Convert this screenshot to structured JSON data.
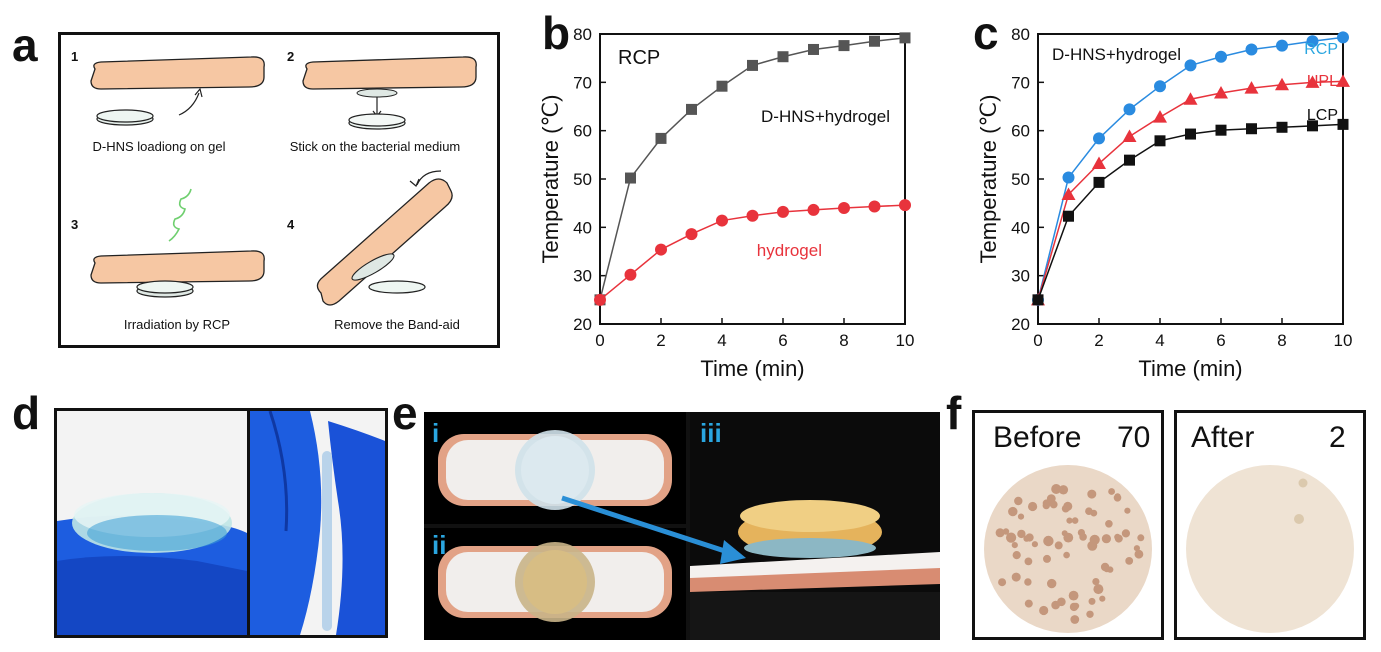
{
  "panels": {
    "a": {
      "letter": "a",
      "steps": [
        {
          "num": "1",
          "caption": "D-HNS loadiong on gel"
        },
        {
          "num": "2",
          "caption": "Stick on the bacterial medium"
        },
        {
          "num": "3",
          "caption": "Irradiation by RCP"
        },
        {
          "num": "4",
          "caption": "Remove the Band-aid"
        }
      ]
    },
    "b": {
      "letter": "b"
    },
    "c": {
      "letter": "c"
    },
    "d": {
      "letter": "d"
    },
    "e": {
      "letter": "e",
      "subpanels": [
        "i",
        "ii",
        "iii"
      ]
    },
    "f": {
      "letter": "f",
      "before_label": "Before",
      "before_count": "70",
      "after_label": "After",
      "after_count": "2"
    }
  },
  "colors": {
    "gray_series": "#555555",
    "red_series": "#e8333c",
    "blue_series": "#2a8be0",
    "black_series": "#111111",
    "rcp_label": "#2aa6e0",
    "band_aid": "#f6c7a3",
    "hydrogel_blue": "#3c6fe0"
  },
  "chart_data": [
    {
      "type": "line",
      "panel": "b",
      "annotation": "RCP",
      "xlabel": "Time (min)",
      "ylabel": "Temperature (℃)",
      "xlim": [
        0,
        10
      ],
      "ylim": [
        20,
        80
      ],
      "xticks": [
        0,
        2,
        4,
        6,
        8,
        10
      ],
      "yticks": [
        20,
        30,
        40,
        50,
        60,
        70,
        80
      ],
      "grid": false,
      "x": [
        0,
        1,
        2,
        3,
        4,
        5,
        6,
        7,
        8,
        9,
        10
      ],
      "series": [
        {
          "name": "D-HNS+hydrogel",
          "marker": "square",
          "color": "#555555",
          "values": [
            25,
            50.2,
            58.4,
            64.4,
            69.2,
            73.5,
            75.3,
            76.8,
            77.6,
            78.5,
            79.2
          ]
        },
        {
          "name": "hydrogel",
          "marker": "circle",
          "color": "#e8333c",
          "values": [
            25,
            30.2,
            35.4,
            38.6,
            41.4,
            42.4,
            43.2,
            43.6,
            44.0,
            44.3,
            44.6
          ]
        }
      ]
    },
    {
      "type": "line",
      "panel": "c",
      "annotation": "D-HNS+hydrogel",
      "xlabel": "Time (min)",
      "ylabel": "Temperature (℃)",
      "xlim": [
        0,
        10
      ],
      "ylim": [
        20,
        80
      ],
      "xticks": [
        0,
        2,
        4,
        6,
        8,
        10
      ],
      "yticks": [
        20,
        30,
        40,
        50,
        60,
        70,
        80
      ],
      "grid": false,
      "x": [
        0,
        1,
        2,
        3,
        4,
        5,
        6,
        7,
        8,
        9,
        10
      ],
      "series": [
        {
          "name": "RCP",
          "marker": "circle",
          "color": "#2a8be0",
          "values": [
            25,
            50.3,
            58.4,
            64.4,
            69.2,
            73.5,
            75.3,
            76.8,
            77.6,
            78.5,
            79.3
          ]
        },
        {
          "name": "UPL",
          "marker": "triangle",
          "color": "#e8333c",
          "values": [
            25,
            46.8,
            53.2,
            58.8,
            62.8,
            66.5,
            67.8,
            68.8,
            69.5,
            70.0,
            70.2
          ]
        },
        {
          "name": "LCP",
          "marker": "square",
          "color": "#111111",
          "values": [
            25,
            42.3,
            49.3,
            53.9,
            57.9,
            59.3,
            60.1,
            60.4,
            60.7,
            61.0,
            61.3
          ]
        }
      ]
    }
  ]
}
